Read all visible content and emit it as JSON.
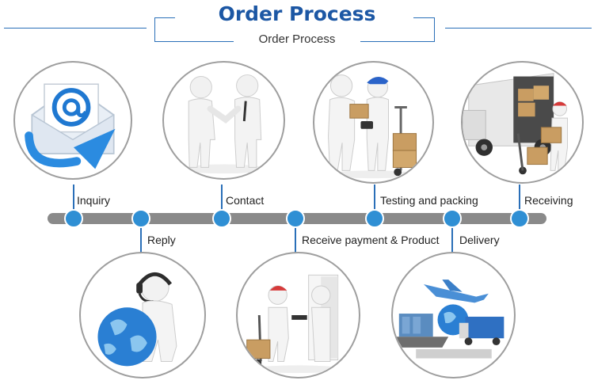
{
  "header": {
    "title": "Order Process",
    "subtitle": "Order Process"
  },
  "colors": {
    "brand_blue": "#1c57a4",
    "node_blue": "#2f8fd4",
    "timeline_gray": "#8a8a8a"
  },
  "steps": [
    {
      "label": "Inquiry",
      "icon": "email-at-icon"
    },
    {
      "label": "Reply",
      "icon": "headset-globe-icon"
    },
    {
      "label": "Contact",
      "icon": "handshake-icon"
    },
    {
      "label": "Receive payment & Product",
      "icon": "payment-delivery-icon"
    },
    {
      "label": "Testing and packing",
      "icon": "packing-icon"
    },
    {
      "label": "Delivery",
      "icon": "shipping-transport-icon"
    },
    {
      "label": "Receiving",
      "icon": "receiving-truck-icon"
    }
  ]
}
